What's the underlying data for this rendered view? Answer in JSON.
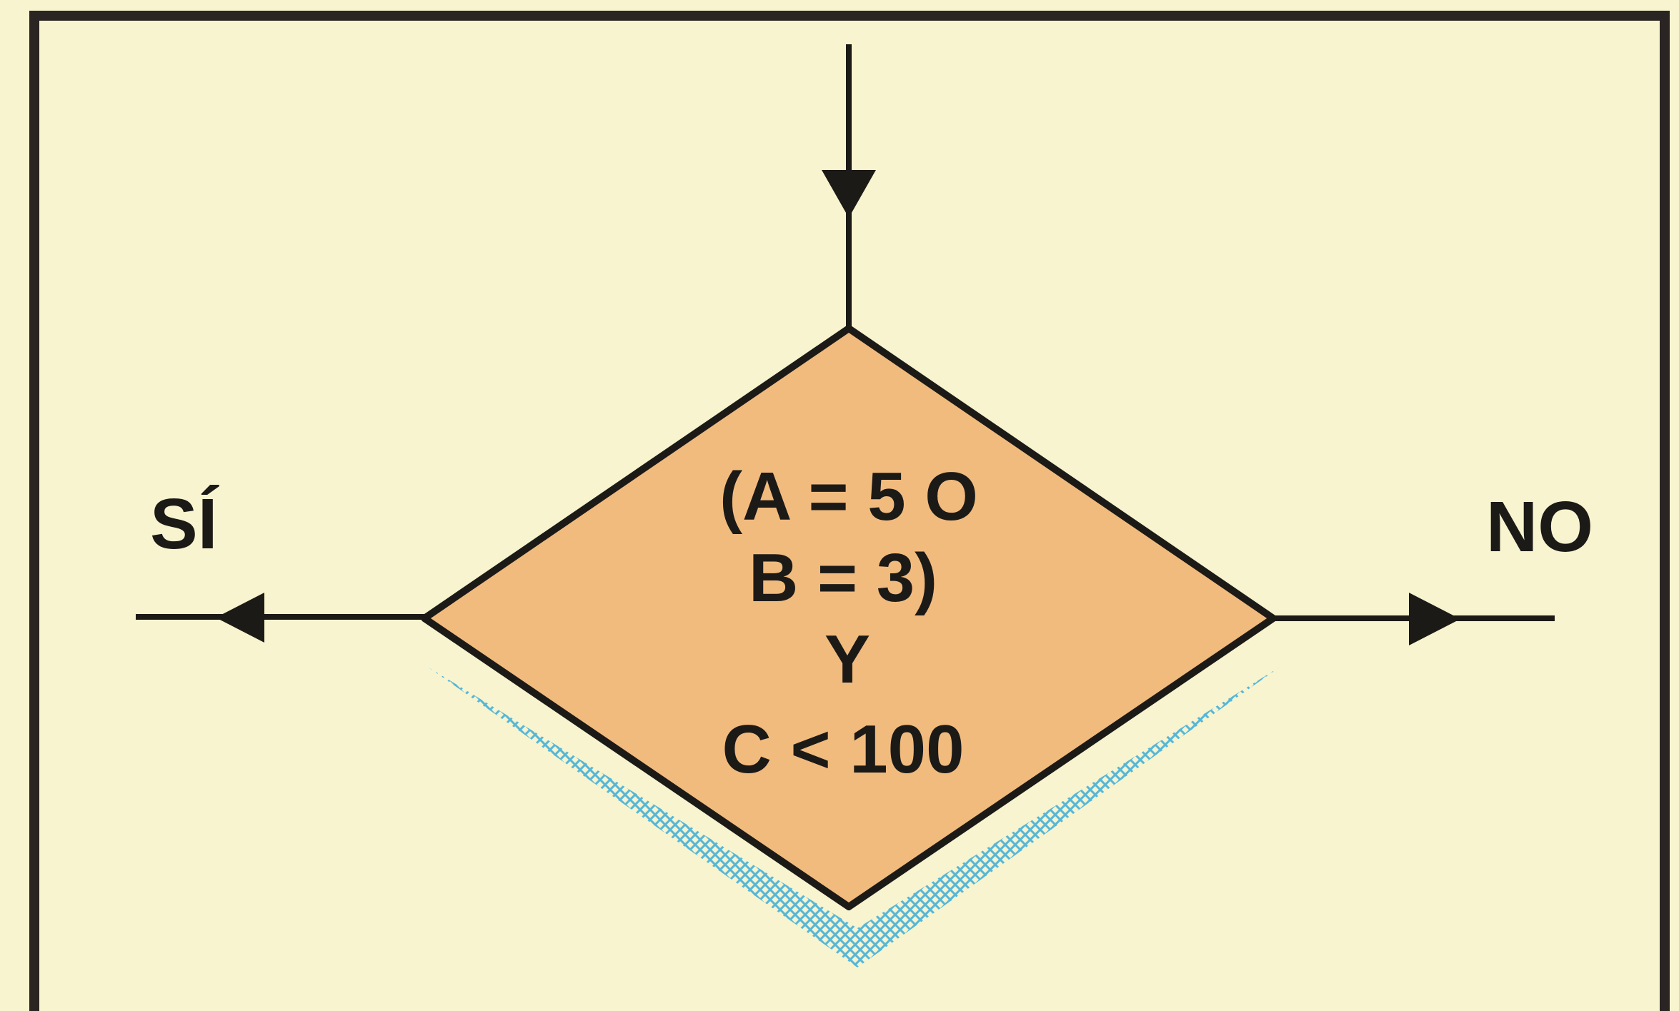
{
  "diagram": {
    "condition_lines": [
      "(A = 5 O",
      "B = 3)",
      "Y",
      "C < 100"
    ],
    "yes_label": "SÍ",
    "no_label": "NO"
  },
  "colors": {
    "background": "#f7f4cf",
    "frame": "#2a2522",
    "diamond_fill": "#f2bb7e",
    "diamond_stroke": "#1c1a17",
    "shadow_hatch": "#4fb3d6",
    "line": "#1c1a17"
  }
}
